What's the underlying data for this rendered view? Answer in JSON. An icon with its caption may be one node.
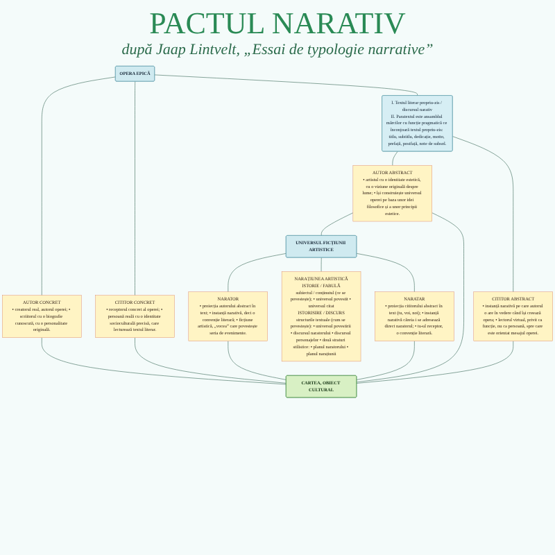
{
  "diagram": {
    "title": "PACTUL NARATIV",
    "caption": "după Jaap Lintvelt, „Essai de typologie narrative”",
    "nodes": [
      {
        "text": [
          "OPERA EPICĂ"
        ]
      },
      {
        "text": [
          "AUTOR CONCRET",
          "• creatorul real, autorul operei; • scriitorul cu o biografie cunoscută, cu o personalitate originală."
        ]
      },
      {
        "text": [
          "CITITOR CONCRET",
          "• receptorul concret al operei; • persoană reală cu o identitate socioculturală precisă, care lecturează textul literar."
        ]
      },
      {
        "text": [
          "I. Textul literar propriu-zis / discursul narativ",
          "II. Paratextul este ansamblul mărcilor cu funcție pragmatică ce înconjoară textul propriu-zis: titlu, subtitlu, dedicație, motto, prefață, postfață, note de subsol."
        ]
      },
      {
        "text": [
          "AUTOR ABSTRACT",
          "• artistul cu o identitate estetică, cu o viziune originală despre lume; • își construiește universul operei pe baza unor idei filosofice și a unor principii estetice."
        ]
      },
      {
        "text": [
          "CITITOR ABSTRACT",
          "• instanță narativă pe care autorul o are în vedere când își creează opera; • lectorul virtual, privit ca funcție, nu ca persoană, spre care este orientat mesajul operei."
        ]
      },
      {
        "text": [
          "UNIVERSUL FICȚIUNII ARTISTICE"
        ]
      },
      {
        "text": [
          "NARATOR",
          "• proiecția autorului abstract în text; • instanță narativă, deci o convenție literară; • ficțiune artistică, „vocea” care povestește seria de evenimente."
        ]
      },
      {
        "text": [
          "NARAȚIUNEA ARTISTICĂ",
          "ISTORIE / FABULĂ",
          "subiectul / conținutul (ce se povestește); • universul povestit • universul citat",
          "ISTORISIRE / DISCURS",
          "structurile textuale (cum se povestește): • universul povestirii • discursul naratorului • discursul personajelor • două straturi stilistice: • planul naratorului • planul narațiunii"
        ]
      },
      {
        "text": [
          "NARATAR",
          "• proiecția cititorului abstract în text (tu, voi, noi); • instanță narativă căreia i se adresează direct naratorul; • tu-ul receptor, o convenție literară."
        ]
      },
      {
        "text": [
          "CARTEA, OBIECT CULTURAL"
        ]
      }
    ],
    "edges": [
      {
        "from": 0,
        "to": 1,
        "arrow": "none"
      },
      {
        "from": 0,
        "to": 2,
        "arrow": "none"
      },
      {
        "from": 0,
        "to": 3,
        "arrow": "none"
      },
      {
        "from": 3,
        "to": 4,
        "arrow": "none"
      },
      {
        "from": 3,
        "to": 5,
        "arrow": "none"
      },
      {
        "from": 4,
        "to": 6,
        "arrow": "none"
      },
      {
        "from": 6,
        "to": 7,
        "arrow": "none"
      },
      {
        "from": 6,
        "to": 8,
        "arrow": "none"
      },
      {
        "from": 6,
        "to": 9,
        "arrow": "none"
      },
      {
        "from": 1,
        "to": 10,
        "arrow": "none"
      },
      {
        "from": 2,
        "to": 10,
        "arrow": "none"
      },
      {
        "from": 4,
        "to": 10,
        "arrow": "none"
      },
      {
        "from": 5,
        "to": 10,
        "arrow": "none"
      },
      {
        "from": 7,
        "to": 10,
        "arrow": "none"
      },
      {
        "from": 9,
        "to": 10,
        "arrow": "none"
      }
    ]
  }
}
